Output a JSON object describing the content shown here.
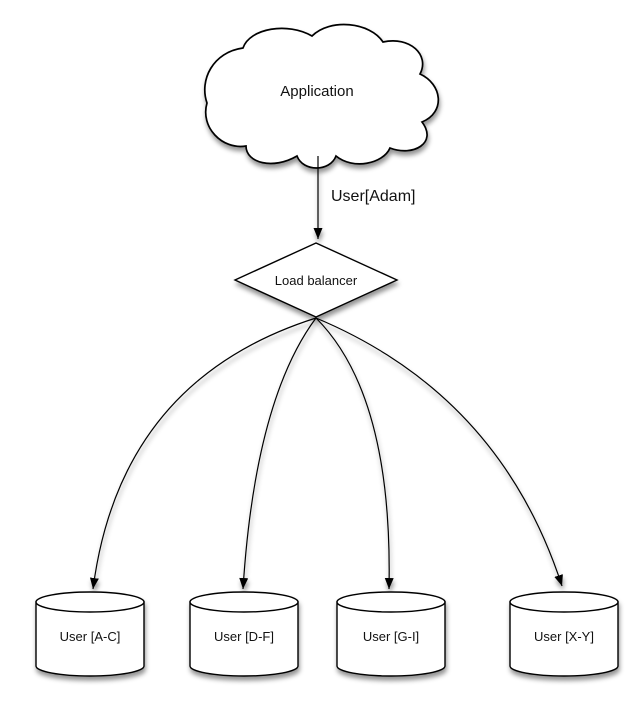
{
  "diagram": {
    "background_color": "#ffffff",
    "stroke_color": "#000000",
    "node_fill_color": "#ffffff",
    "text_color": "#111111",
    "application": {
      "shape": "cloud",
      "label": "Application"
    },
    "request_edge": {
      "label": "User[Adam]"
    },
    "load_balancer": {
      "shape": "diamond",
      "label": "Load balancer"
    },
    "shards": [
      {
        "shape": "cylinder",
        "label": "User [A-C]"
      },
      {
        "shape": "cylinder",
        "label": "User [D-F]"
      },
      {
        "shape": "cylinder",
        "label": "User [G-I]"
      },
      {
        "shape": "cylinder",
        "label": "User [X-Y]"
      }
    ]
  }
}
